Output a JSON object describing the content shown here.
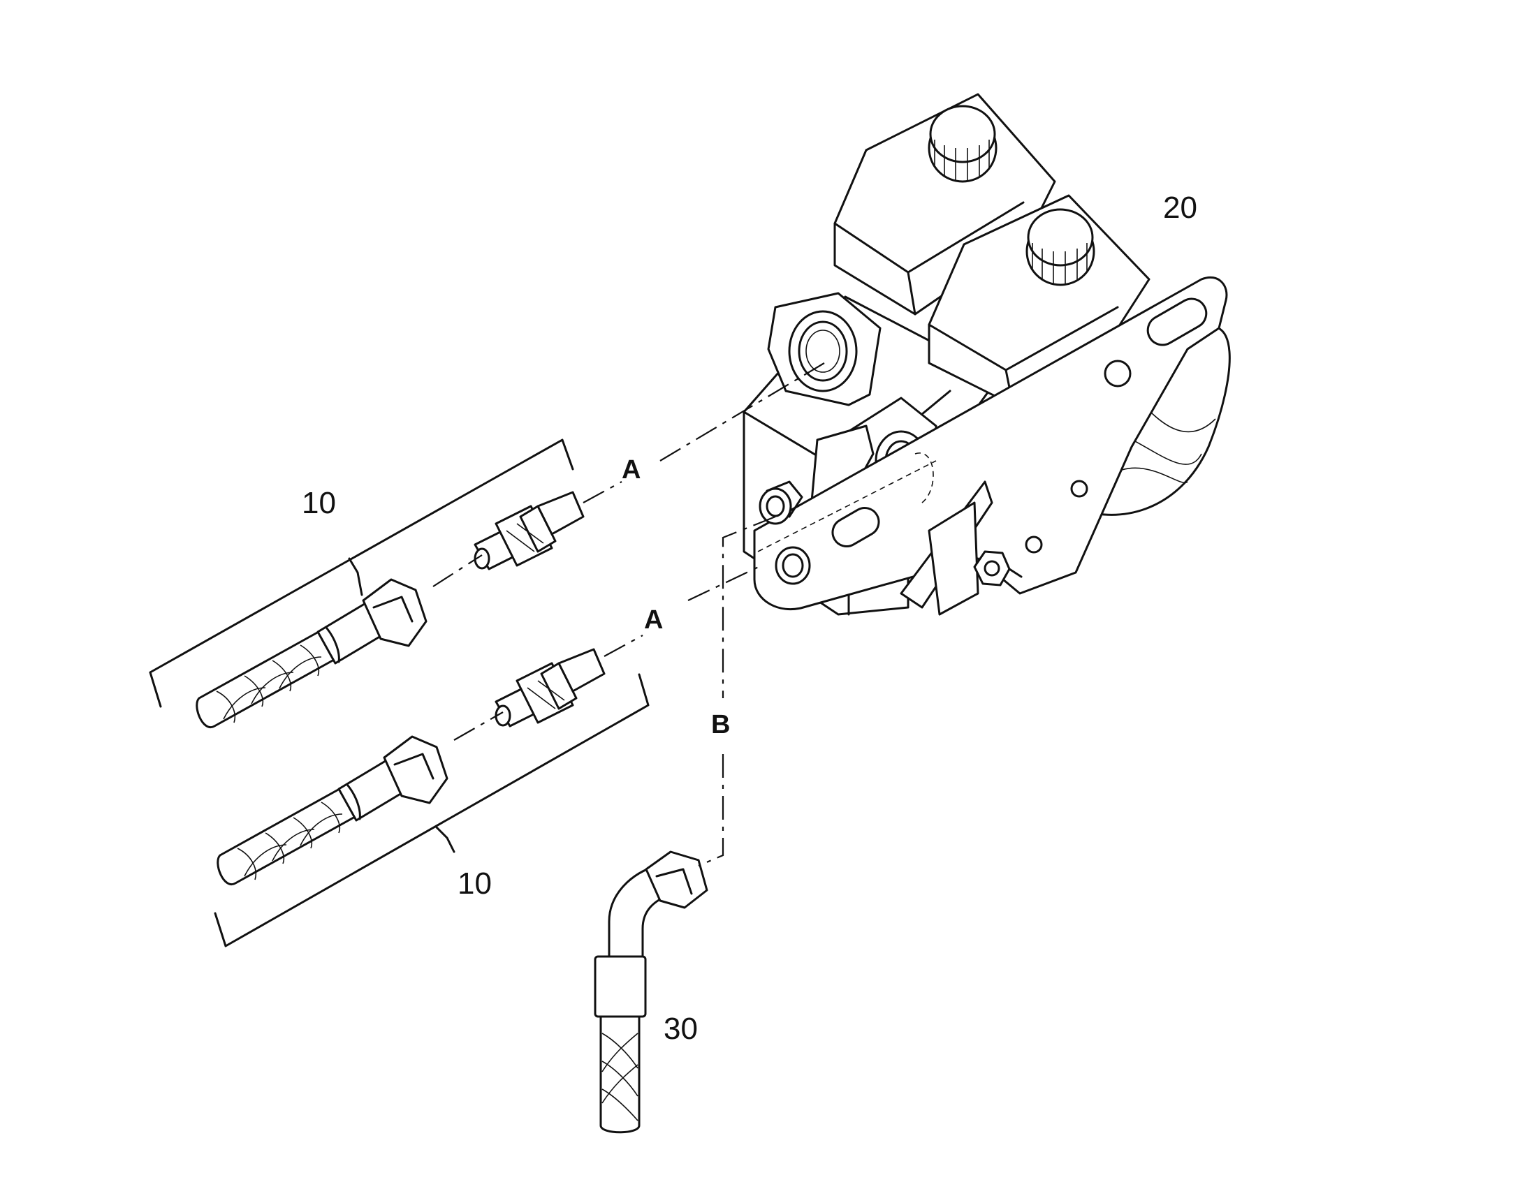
{
  "labels": {
    "part_10_upper": "10",
    "part_10_lower": "10",
    "part_20": "20",
    "part_30": "30",
    "connection_a_upper": "A",
    "connection_a_lower": "A",
    "connection_b": "B"
  }
}
